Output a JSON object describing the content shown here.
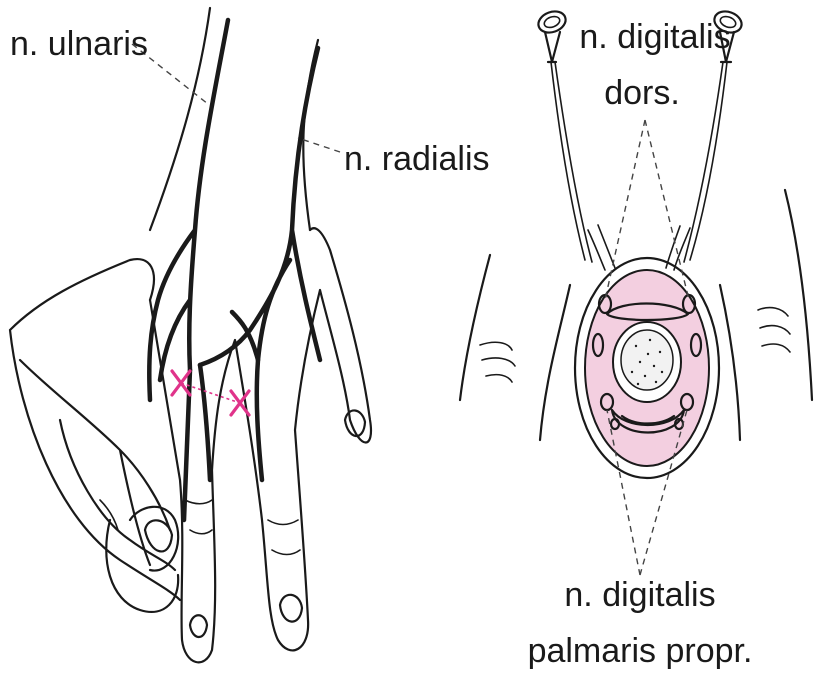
{
  "labels": {
    "ulnaris": "n. ulnaris",
    "radialis": "n. radialis",
    "dig_dors_1": "n. digitalis",
    "dig_dors_2": "dors.",
    "dig_palm_1": "n. digitalis",
    "dig_palm_2": "palmaris propr."
  },
  "colors": {
    "injection_mark": "#e0338a",
    "tissue_pink": "#f3cfe0",
    "ink": "#1a1a1a"
  },
  "icons": {
    "injection_mark": "x-mark-icon",
    "syringe": "syringe-icon"
  }
}
